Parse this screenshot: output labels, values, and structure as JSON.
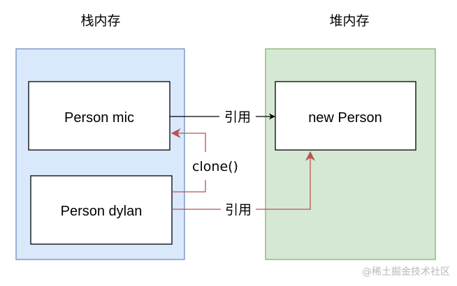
{
  "regions": {
    "stack": {
      "title": "栈内存",
      "fill": "#dae8fc",
      "stroke": "#6c8ebf"
    },
    "heap": {
      "title": "堆内存",
      "fill": "#d5e8d4",
      "stroke": "#82b366"
    }
  },
  "nodes": {
    "person_mic": {
      "label": "Person mic"
    },
    "person_dylan": {
      "label": "Person dylan"
    },
    "new_person": {
      "label": "new Person"
    }
  },
  "edges": {
    "mic_to_new": {
      "label": "引用",
      "color": "#000000"
    },
    "dylan_to_mic": {
      "label": "clone()",
      "color": "#b85450"
    },
    "dylan_to_new": {
      "label": "引用",
      "color": "#b85450"
    }
  },
  "watermark": "@稀土掘金技术社区"
}
